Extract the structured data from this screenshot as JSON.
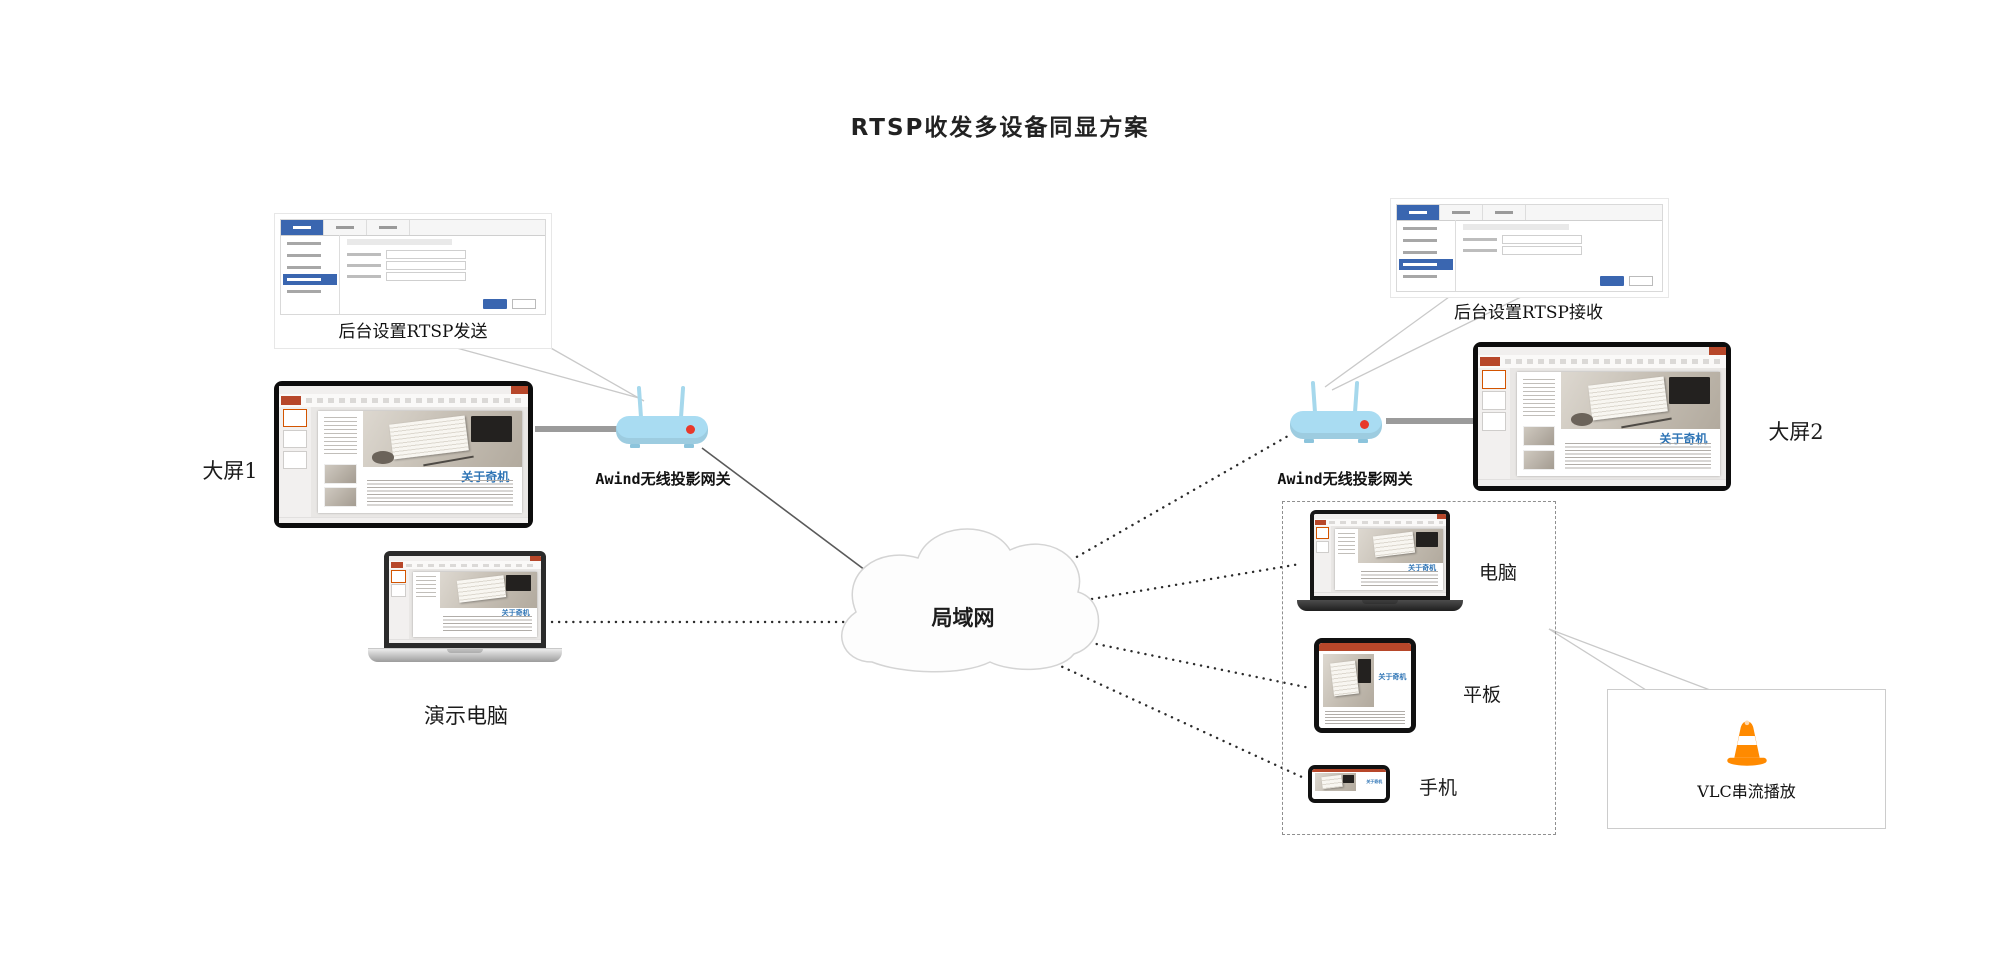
{
  "title": "RTSP收发多设备同显方案",
  "cloud": {
    "label": "局域网"
  },
  "left": {
    "admin_caption": "后台设置RTSP发送",
    "display_label": "大屏1",
    "router_label": "Awind无线投影网关",
    "laptop_label": "演示电脑"
  },
  "right": {
    "admin_caption": "后台设置RTSP接收",
    "router_label": "Awind无线投影网关",
    "display_label": "大屏2",
    "pc_label": "电脑",
    "tablet_label": "平板",
    "phone_label": "手机",
    "vlc_label": "VLC串流播放"
  },
  "slide": {
    "title": "关于奇机"
  },
  "colors": {
    "router_body": "#a9dcf2",
    "router_led": "#e8392b",
    "vlc_orange": "#ff8a00",
    "slide_title_blue": "#2e74b5",
    "admin_accent_blue": "#3a66b0",
    "ppt_red": "#b7472a"
  }
}
